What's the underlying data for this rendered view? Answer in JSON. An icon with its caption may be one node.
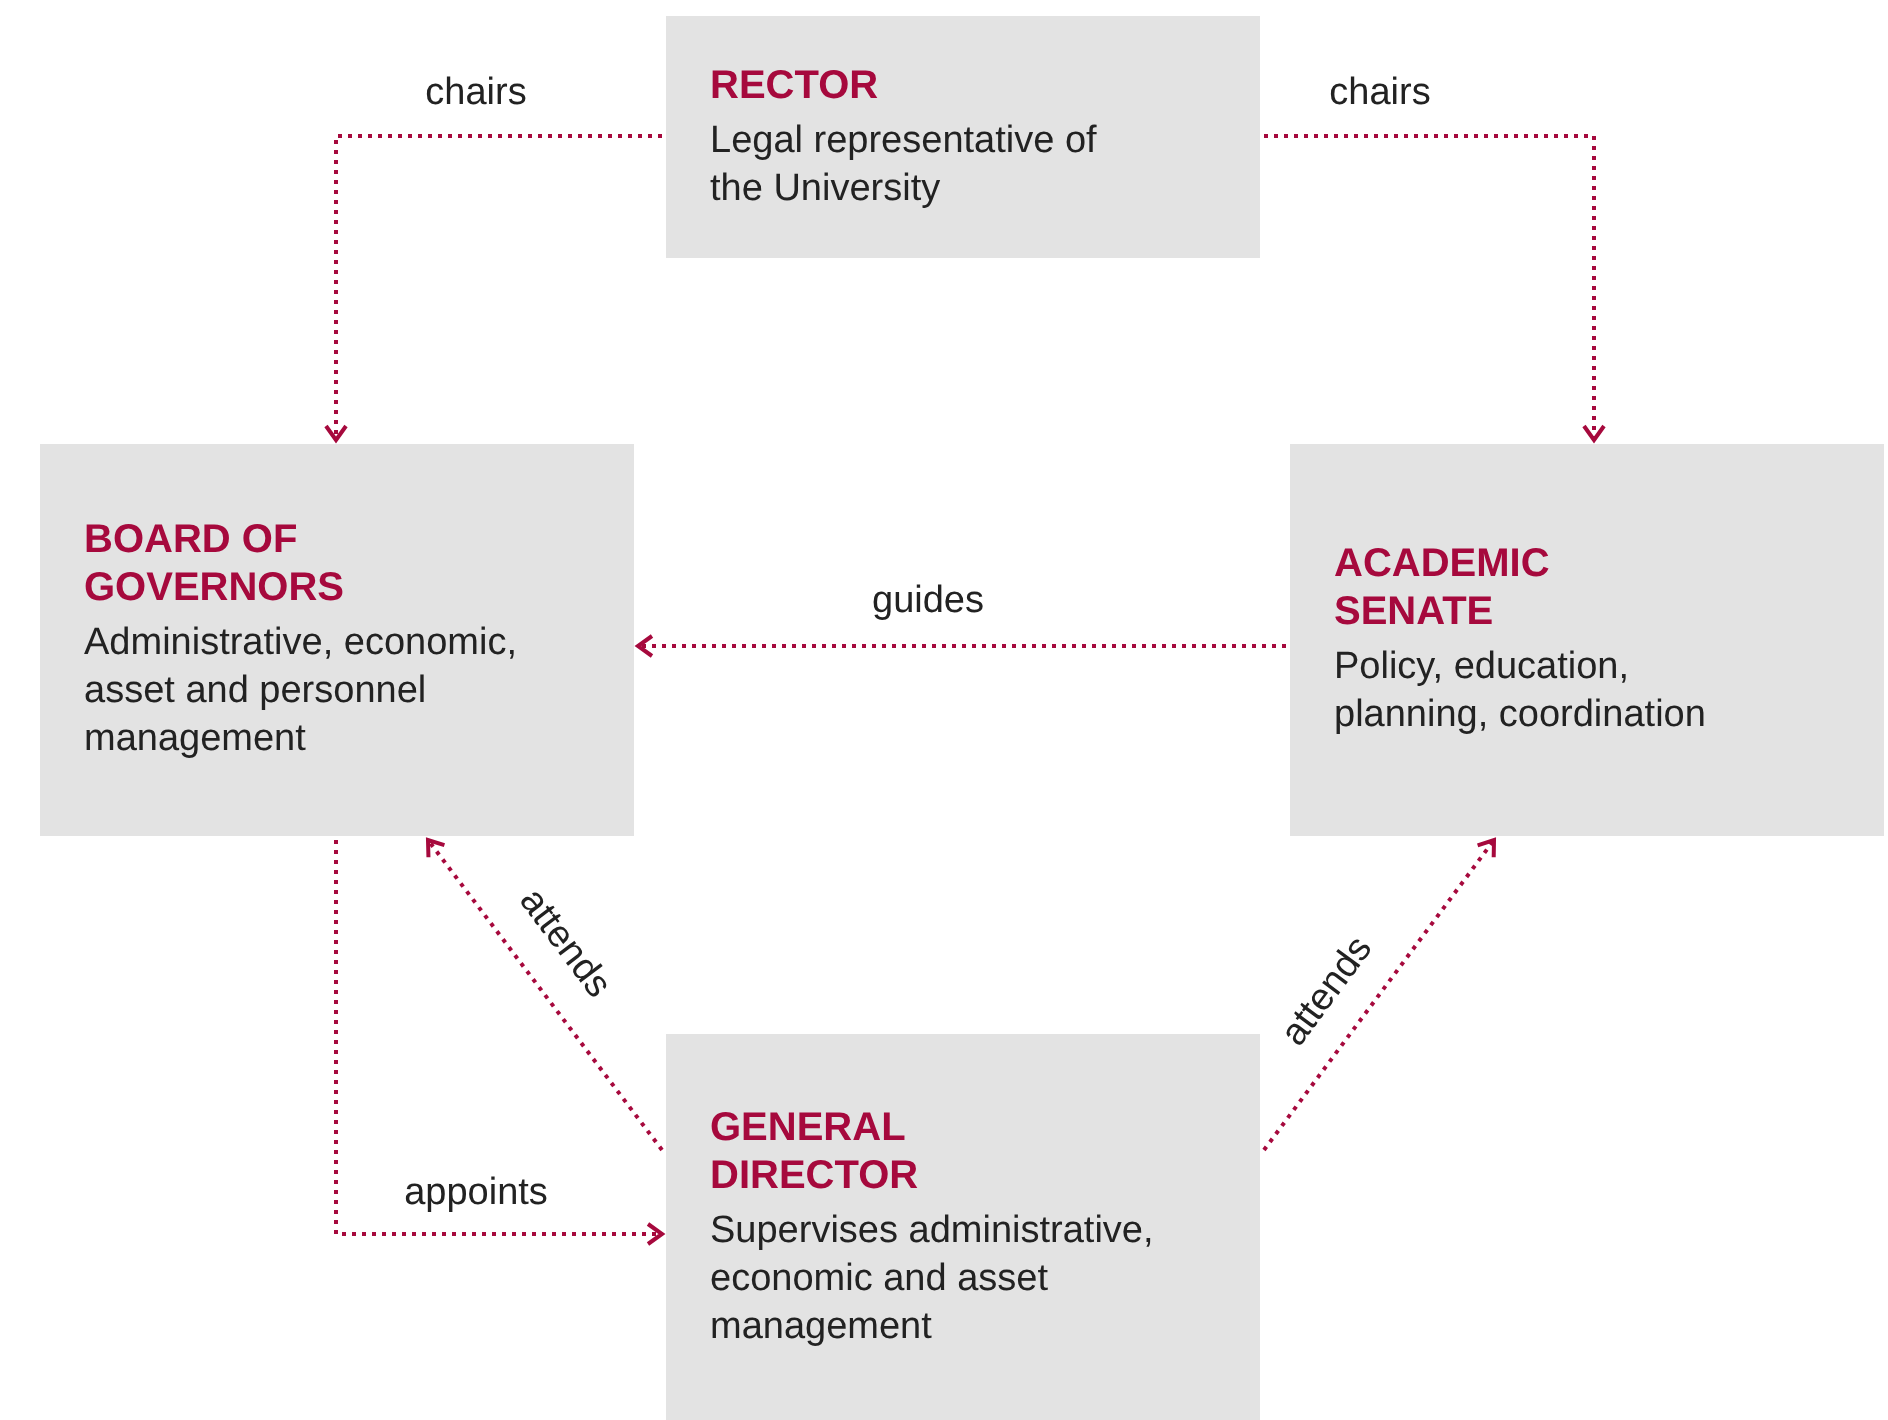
{
  "diagram": {
    "nodes": [
      {
        "text": [
          "RECTOR",
          "Legal representative of the University"
        ]
      },
      {
        "text": [
          "BOARD OF GOVERNORS",
          "Administrative, economic, asset and personnel management"
        ]
      },
      {
        "text": [
          "ACADEMIC SENATE",
          "Policy, education, planning, coordination"
        ]
      },
      {
        "text": [
          "GENERAL DIRECTOR",
          "Supervises administrative, economic and asset management"
        ]
      }
    ],
    "edges": [
      {
        "from": 0,
        "to": 1,
        "arrow": "to",
        "label": "chairs"
      },
      {
        "from": 0,
        "to": 2,
        "arrow": "to",
        "label": "chairs"
      },
      {
        "from": 2,
        "to": 1,
        "arrow": "to",
        "label": "guides"
      },
      {
        "from": 3,
        "to": 1,
        "arrow": "to",
        "label": "attends"
      },
      {
        "from": 3,
        "to": 2,
        "arrow": "to",
        "label": "attends"
      },
      {
        "from": 1,
        "to": 3,
        "arrow": "to",
        "label": "appoints"
      }
    ]
  }
}
